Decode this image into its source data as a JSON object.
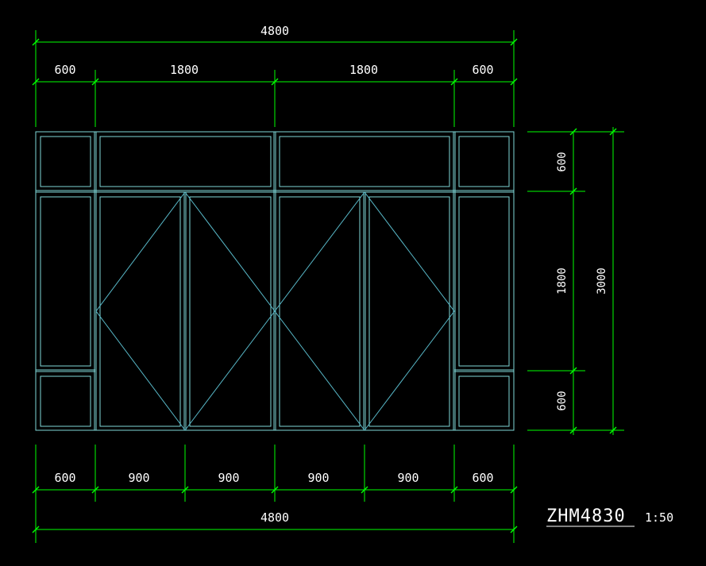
{
  "drawing": {
    "background": "#000000",
    "dimension_color": "#00ff00",
    "frame_color": "#7fd8d8",
    "text_color": "#ffffff",
    "title": "ZHM4830",
    "scale": "1:50"
  },
  "dimensions": {
    "top_overall": "4800",
    "top_segments": [
      "600",
      "1800",
      "1800",
      "600"
    ],
    "bottom_segments": [
      "600",
      "900",
      "900",
      "900",
      "900",
      "600"
    ],
    "bottom_overall": "4800",
    "right_segments": [
      "600",
      "1800",
      "600"
    ],
    "right_overall": "3000"
  }
}
